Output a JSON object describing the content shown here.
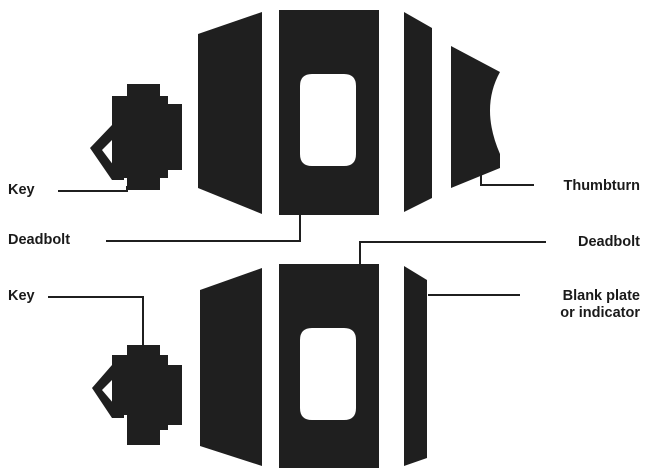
{
  "labels": {
    "key_top": "Key",
    "deadbolt_left": "Deadbolt",
    "thumbturn": "Thumbturn",
    "deadbolt_right": "Deadbolt",
    "key_bottom": "Key",
    "blank_plate": "Blank plate\nor indicator"
  },
  "colors": {
    "shape": "#1f1f1f",
    "background": "#ffffff"
  }
}
